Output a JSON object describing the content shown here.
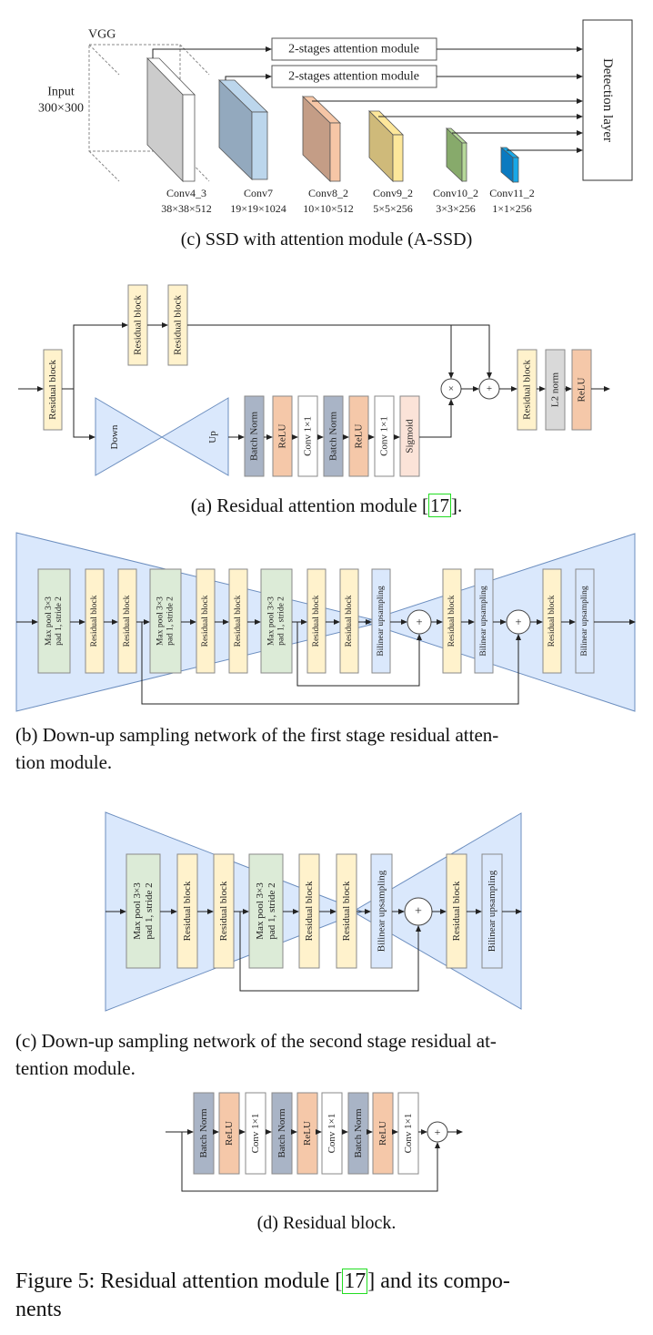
{
  "ssd": {
    "vgg_label": "VGG",
    "input_label": "Input",
    "input_size": "300×300",
    "attention_modules": [
      "2-stages attention module",
      "2-stages attention module"
    ],
    "detection_layer": "Detection layer",
    "layers": [
      {
        "name": "Conv4_3",
        "size": "38×38×512"
      },
      {
        "name": "Conv7",
        "size": "19×19×1024"
      },
      {
        "name": "Conv8_2",
        "size": "10×10×512"
      },
      {
        "name": "Conv9_2",
        "size": "5×5×256"
      },
      {
        "name": "Conv10_2",
        "size": "3×3×256"
      },
      {
        "name": "Conv11_2",
        "size": "1×1×256"
      }
    ],
    "caption": "(c) SSD with attention module (A-SSD)"
  },
  "ram": {
    "input_block": [
      [
        "Residual block"
      ]
    ],
    "trunk": [
      [
        "Residual block"
      ],
      [
        "Residual block"
      ]
    ],
    "down": "Down",
    "up": "Up",
    "mask": [
      [
        "Batch Norm"
      ],
      [
        "ReLU"
      ],
      [
        "Conv 1×1"
      ],
      [
        "Batch Norm"
      ],
      [
        "ReLU"
      ],
      [
        "Conv 1×1"
      ],
      [
        "Sigmoid"
      ]
    ],
    "ops": [
      "×",
      "+"
    ],
    "output": [
      [
        "Residual block"
      ],
      [
        "L2 norm"
      ],
      [
        "ReLU"
      ]
    ],
    "caption_prefix": "(a) Residual attention module [",
    "caption_ref": "17",
    "caption_suffix": "]."
  },
  "stage1": {
    "blocks": [
      [
        "Max pool 3×3",
        "pad 1, stride 2"
      ],
      [
        "Residual block"
      ],
      [
        "Residual block"
      ],
      [
        "Max pool 3×3",
        "pad 1, stride 2"
      ],
      [
        "Residual block"
      ],
      [
        "Residual block"
      ],
      [
        "Max pool 3×3",
        "pad 1, stride 2"
      ],
      [
        "Residual block"
      ],
      [
        "Residual block"
      ],
      [
        "Bilinear upsampling"
      ],
      [
        "Residual block"
      ],
      [
        "Bilinear upsampling"
      ],
      [
        "Residual block"
      ],
      [
        "Bilinear upsampling"
      ]
    ],
    "ops": [
      "+",
      "+"
    ],
    "caption_lines": [
      "(b) Down-up sampling network of the first stage residual atten-",
      "tion module."
    ]
  },
  "stage2": {
    "blocks": [
      [
        "Max pool 3×3",
        "pad 1, stride 2"
      ],
      [
        "Residual block"
      ],
      [
        "Residual block"
      ],
      [
        "Max pool 3×3",
        "pad 1, stride 2"
      ],
      [
        "Residual block"
      ],
      [
        "Residual block"
      ],
      [
        "Bilinear upsampling"
      ],
      [
        "Residual block"
      ],
      [
        "Bilinear upsampling"
      ]
    ],
    "ops": [
      "+"
    ],
    "caption_lines": [
      "(c) Down-up sampling network of the second stage residual at-",
      "tention module."
    ]
  },
  "resblock": {
    "blocks": [
      [
        "Batch Norm"
      ],
      [
        "ReLU"
      ],
      [
        "Conv 1×1"
      ],
      [
        "Batch Norm"
      ],
      [
        "ReLU"
      ],
      [
        "Conv 1×1"
      ],
      [
        "Batch Norm"
      ],
      [
        "ReLU"
      ],
      [
        "Conv 1×1"
      ]
    ],
    "ops": [
      "+"
    ],
    "caption": "(d) Residual block."
  },
  "figure": {
    "caption_prefix": "Figure 5: Residual attention module [",
    "caption_ref": "17",
    "caption_suffix": "] and its compo-",
    "caption_line2": "nents"
  },
  "colors": {
    "residual": "#fff2cc",
    "maxpool": "#dcebd7",
    "bilinear": "#dae8fc",
    "batchnorm": "#a9b4c6",
    "relu": "#f5c8a9",
    "conv": "#ffffff",
    "sigmoid": "#fbe3d8",
    "l2norm": "#d9d9d9",
    "sampling": "#dae8fc",
    "sampling_stroke": "#6c8ebf",
    "ref_box": "#22dd22"
  }
}
